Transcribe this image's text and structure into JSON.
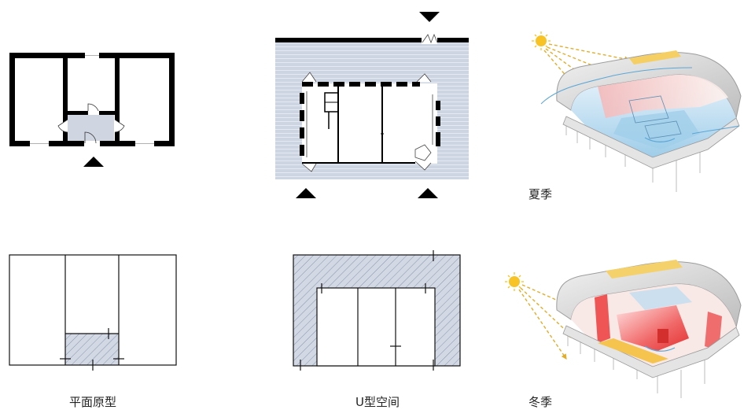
{
  "captions": {
    "plan_prototype": "平面原型",
    "u_space": "U型空间",
    "summer": "夏季",
    "winter": "冬季"
  },
  "colors": {
    "wall": "#000000",
    "hatch_fill": "#d3d9e4",
    "hatch_line": "#7f8aa0",
    "siding": "#cfd6e2",
    "sun": "#f7c325",
    "sun_ray": "#e2ad2a",
    "warm": "#e03c3c",
    "cool": "#a9d0ea",
    "shell": "#b9b9b9"
  },
  "icons": [
    "entrance-arrow-icon",
    "sun-icon"
  ]
}
